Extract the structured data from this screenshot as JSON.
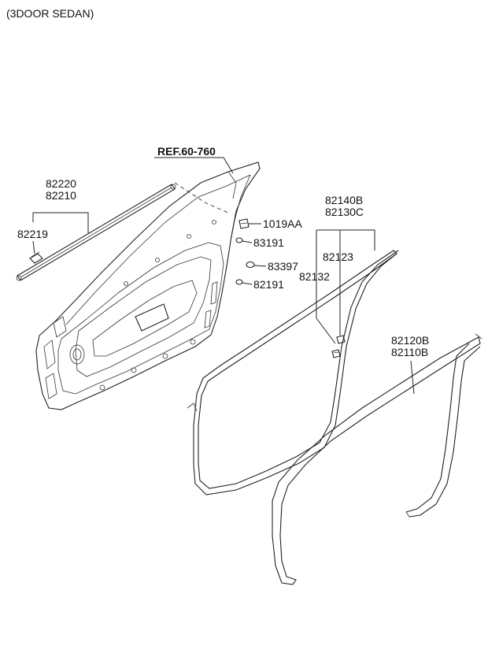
{
  "header": {
    "variant": "(3DOOR SEDAN)"
  },
  "reference": {
    "text": "REF.60-760"
  },
  "parts": {
    "belt_outer_1": "82220",
    "belt_outer_2": "82210",
    "belt_clip": "82219",
    "bolt": "1019AA",
    "plug_a": "83191",
    "plug_b": "83397",
    "plug_c": "82191",
    "door_ws_1": "82140B",
    "door_ws_2": "82130C",
    "clip_a": "82123",
    "clip_b": "82132",
    "body_ws_1": "82120B",
    "body_ws_2": "82110B"
  },
  "colors": {
    "line": "#222222",
    "background": "#ffffff"
  }
}
